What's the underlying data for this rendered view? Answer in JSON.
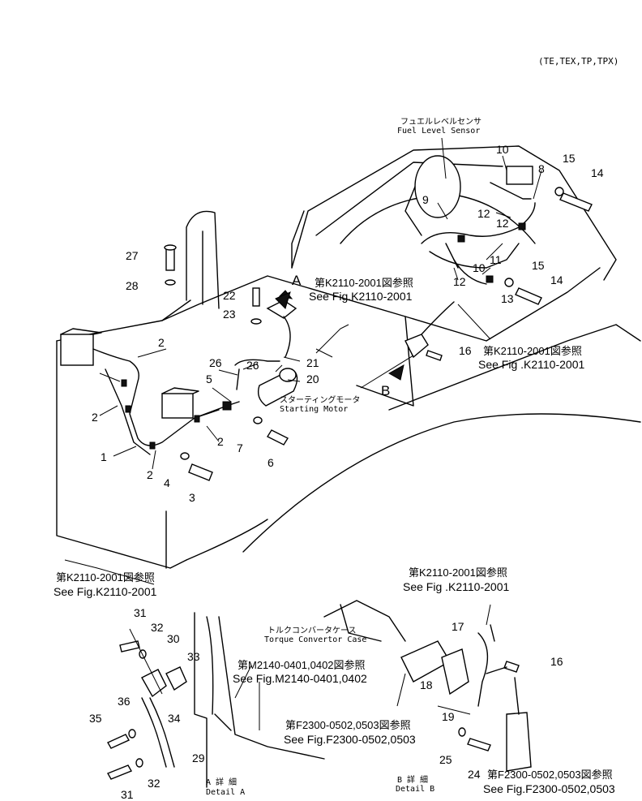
{
  "model_note": "(TE,TEX,TP,TPX)",
  "callouts": {
    "fuel_sensor_jp": "フュエルレベルセンサ",
    "fuel_sensor_en": "Fuel Level Sensor",
    "starting_motor_jp": "スターティングモータ",
    "starting_motor_en": "Starting Motor",
    "torque_case_jp": "トルクコンバータケース",
    "torque_case_en": "Torque Convertor Case",
    "view_a": "A",
    "view_b": "B",
    "detail_a_jp": "A 詳 細",
    "detail_a_en": "Detail A",
    "detail_b_jp": "B 詳 細",
    "detail_b_en": "Detail B"
  },
  "references": {
    "k2110_a_jp": "第K2110-2001図参照",
    "k2110_a_en": "See Fig.K2110-2001",
    "k2110_b_jp": "第K2110-2001図参照",
    "k2110_b_en": "See Fig .K2110-2001",
    "k2110_c_jp": "第K2110-2001図参照",
    "k2110_c_en": "See Fig.K2110-2001",
    "k2110_d_jp": "第K2110-2001図参照",
    "k2110_d_en": "See Fig .K2110-2001",
    "m2140_jp": "第M2140-0401,0402図参照",
    "m2140_en": "See Fig.M2140-0401,0402",
    "f2300_a_jp": "第F2300-0502,0503図参照",
    "f2300_a_en": "See Fig.F2300-0502,0503",
    "f2300_b_jp": "第F2300-0502,0503図参照",
    "f2300_b_en": "See Fig.F2300-0502,0503"
  },
  "part_numbers": {
    "p1": "1",
    "p2a": "2",
    "p2b": "2",
    "p2c": "2",
    "p2d": "2",
    "p3": "3",
    "p4": "4",
    "p5": "5",
    "p6": "6",
    "p7": "7",
    "p8": "8",
    "p9": "9",
    "p10a": "10",
    "p10b": "10",
    "p11": "11",
    "p12a": "12",
    "p12b": "12",
    "p12c": "12",
    "p13": "13",
    "p14a": "14",
    "p14b": "14",
    "p15a": "15",
    "p15b": "15",
    "p16a": "16",
    "p16b": "16",
    "p17": "17",
    "p18": "18",
    "p19": "19",
    "p20": "20",
    "p21": "21",
    "p22": "22",
    "p23": "23",
    "p24": "24",
    "p25": "25",
    "p26a": "26",
    "p26b": "26",
    "p27": "27",
    "p28": "28",
    "p29": "29",
    "p30": "30",
    "p31a": "31",
    "p31b": "31",
    "p32a": "32",
    "p32b": "32",
    "p33": "33",
    "p34": "34",
    "p35": "35",
    "p36": "36"
  }
}
